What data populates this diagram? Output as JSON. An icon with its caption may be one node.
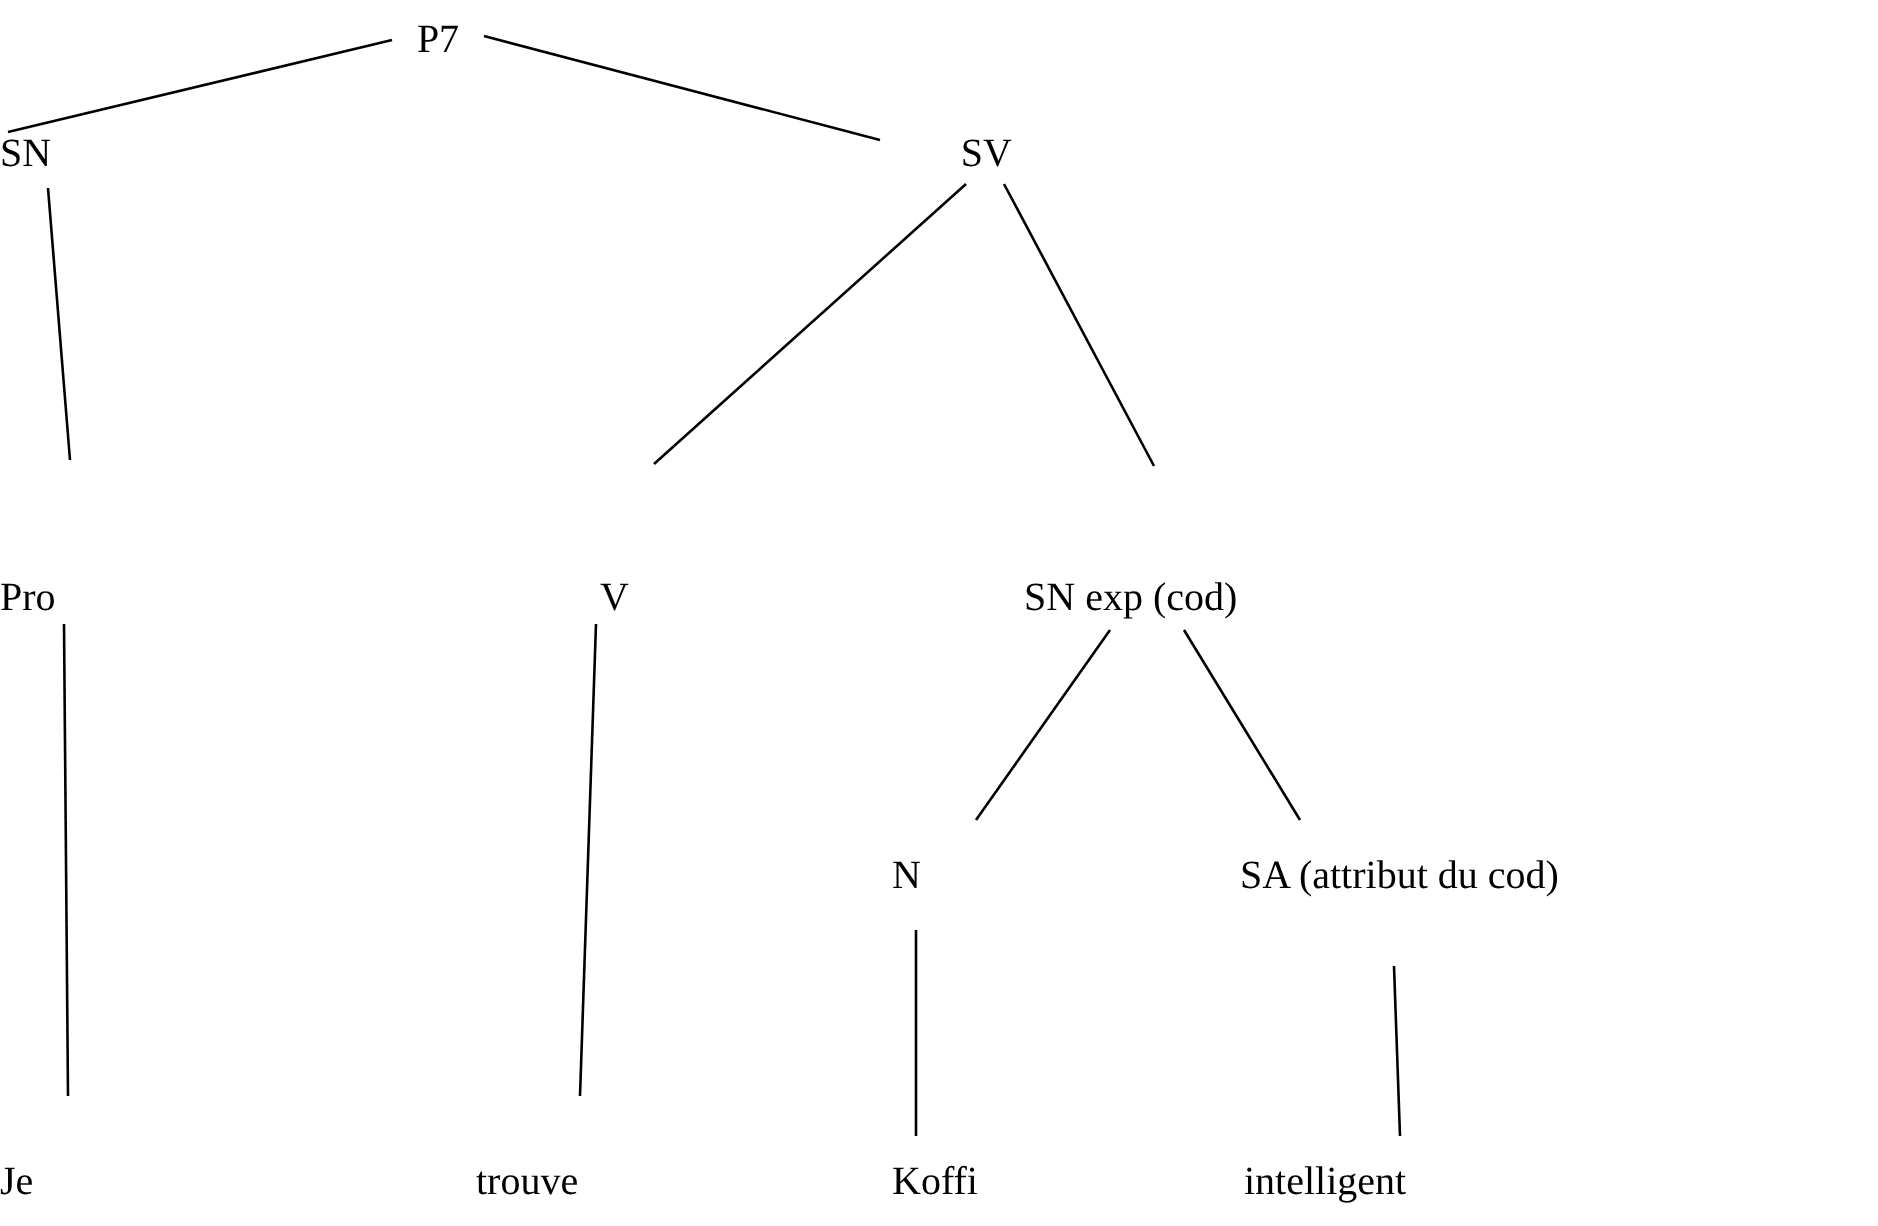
{
  "diagram": {
    "nodes": [
      {
        "text": [
          "P7"
        ]
      },
      {
        "text": [
          "SN"
        ]
      },
      {
        "text": [
          "SV"
        ]
      },
      {
        "text": [
          "Pro"
        ]
      },
      {
        "text": [
          "V"
        ]
      },
      {
        "text": [
          "SN exp (cod)"
        ]
      },
      {
        "text": [
          "N"
        ]
      },
      {
        "text": [
          "SA (attribut du cod)"
        ]
      },
      {
        "text": [
          "Je"
        ]
      },
      {
        "text": [
          "trouve"
        ]
      },
      {
        "text": [
          "Koffi"
        ]
      },
      {
        "text": [
          "intelligent"
        ]
      }
    ],
    "edges": [
      {
        "from": 0,
        "to": 1,
        "arrow": "none"
      },
      {
        "from": 0,
        "to": 2,
        "arrow": "none"
      },
      {
        "from": 1,
        "to": 3,
        "arrow": "none"
      },
      {
        "from": 2,
        "to": 4,
        "arrow": "none"
      },
      {
        "from": 2,
        "to": 5,
        "arrow": "none"
      },
      {
        "from": 3,
        "to": 8,
        "arrow": "none"
      },
      {
        "from": 4,
        "to": 9,
        "arrow": "none"
      },
      {
        "from": 5,
        "to": 6,
        "arrow": "none"
      },
      {
        "from": 5,
        "to": 7,
        "arrow": "none"
      },
      {
        "from": 6,
        "to": 10,
        "arrow": "none"
      },
      {
        "from": 7,
        "to": 11,
        "arrow": "none"
      }
    ]
  }
}
